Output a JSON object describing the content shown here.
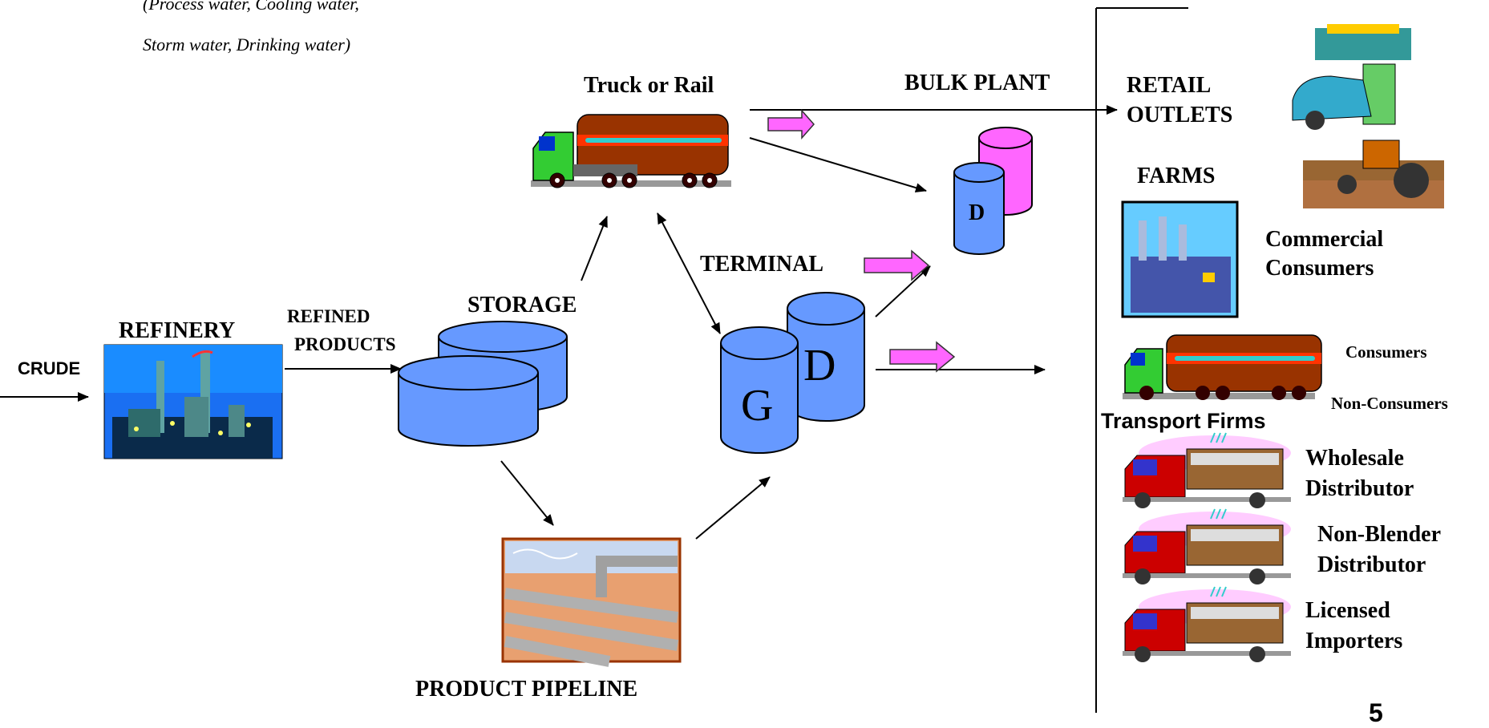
{
  "note": {
    "line1": "(Process water, Cooling water,",
    "line2": "Storm water, Drinking water)"
  },
  "labels": {
    "crude": "CRUDE",
    "refinery": "REFINERY",
    "refined_products_1": "REFINED",
    "refined_products_2": "PRODUCTS",
    "storage": "STORAGE",
    "truck_or_rail": "Truck or Rail",
    "terminal": "TERMINAL",
    "bulk_plant": "BULK PLANT",
    "retail_outlets_1": "RETAIL",
    "retail_outlets_2": "OUTLETS",
    "farms": "FARMS",
    "commercial_consumers_1": "Commercial",
    "commercial_consumers_2": "Consumers",
    "consumers": "Consumers",
    "non_consumers": "Non-Consumers",
    "transport_firms": "Transport Firms",
    "wholesale_1": "Wholesale",
    "wholesale_2": "Distributor",
    "non_blender_1": "Non-Blender",
    "non_blender_2": "Distributor",
    "licensed_1": "Licensed",
    "licensed_2": "Importers",
    "product_pipeline": "PRODUCT PIPELINE",
    "tank_d_small": "D",
    "tank_g": "G",
    "tank_d": "D",
    "page_number": "5"
  },
  "colors": {
    "tank_blue": "#6699ff",
    "tank_pink": "#ff66ff",
    "arrow_pink": "#ff66ff",
    "truck_red": "#cc0000",
    "tanker_brown": "#993300",
    "cab_green": "#33cc33"
  }
}
